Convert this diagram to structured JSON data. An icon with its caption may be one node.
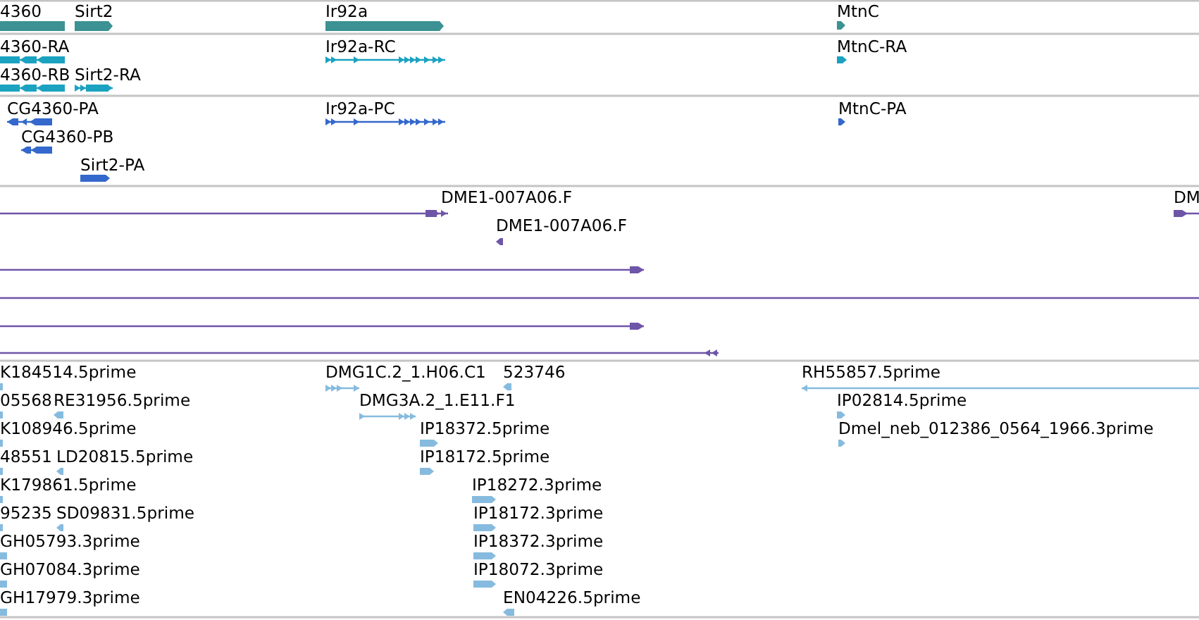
{
  "diagram": {
    "nodes": [
      {
        "text": [
          "4360"
        ]
      },
      {
        "text": [
          "Sirt2"
        ]
      },
      {
        "text": [
          "Ir92a"
        ]
      },
      {
        "text": [
          "MtnC"
        ]
      },
      {
        "text": [
          "4360-RA"
        ]
      },
      {
        "text": [
          "4360-RB"
        ]
      },
      {
        "text": [
          "Sirt2-RA"
        ]
      },
      {
        "text": [
          "Ir92a-RC"
        ]
      },
      {
        "text": [
          "MtnC-RA"
        ]
      },
      {
        "text": [
          "CG4360-PA"
        ]
      },
      {
        "text": [
          "CG4360-PB"
        ]
      },
      {
        "text": [
          "Sirt2-PA"
        ]
      },
      {
        "text": [
          "Ir92a-PC"
        ]
      },
      {
        "text": [
          "MtnC-PA"
        ]
      },
      {
        "text": [
          "DME1-007A06.F"
        ]
      },
      {
        "text": [
          "DME1-007A06.F"
        ]
      },
      {
        "text": [
          "DM"
        ]
      },
      {
        "text": [],
        "shape": "bar"
      },
      {
        "text": [],
        "shape": "bar"
      },
      {
        "text": [],
        "shape": "bar"
      },
      {
        "text": [],
        "shape": "bar"
      },
      {
        "text": [
          "K184514.5prime"
        ]
      },
      {
        "text": [
          "DMG1C.2_1.H06.C1"
        ]
      },
      {
        "text": [
          "523746"
        ]
      },
      {
        "text": [
          "RH55857.5prime"
        ]
      },
      {
        "text": [
          "05568"
        ]
      },
      {
        "text": [
          "RE31956.5prime"
        ]
      },
      {
        "text": [
          "DMG3A.2_1.E11.F1"
        ]
      },
      {
        "text": [
          "IP02814.5prime"
        ]
      },
      {
        "text": [
          "K108946.5prime"
        ]
      },
      {
        "text": [
          "IP18372.5prime"
        ]
      },
      {
        "text": [
          "Dmel_neb_012386_0564_1966.3prime"
        ]
      },
      {
        "text": [
          "48551"
        ]
      },
      {
        "text": [
          "LD20815.5prime"
        ]
      },
      {
        "text": [
          "IP18172.5prime"
        ]
      },
      {
        "text": [
          "K179861.5prime"
        ]
      },
      {
        "text": [
          "IP18272.3prime"
        ]
      },
      {
        "text": [
          "95235"
        ]
      },
      {
        "text": [
          "SD09831.5prime"
        ]
      },
      {
        "text": [
          "IP18172.3prime"
        ]
      },
      {
        "text": [
          "GH05793.3prime"
        ]
      },
      {
        "text": [
          "IP18372.3prime"
        ]
      },
      {
        "text": [
          "GH07084.3prime"
        ]
      },
      {
        "text": [
          "IP18072.3prime"
        ]
      },
      {
        "text": [
          "GH17979.3prime"
        ]
      },
      {
        "text": [
          "EN04226.5prime"
        ]
      }
    ]
  }
}
